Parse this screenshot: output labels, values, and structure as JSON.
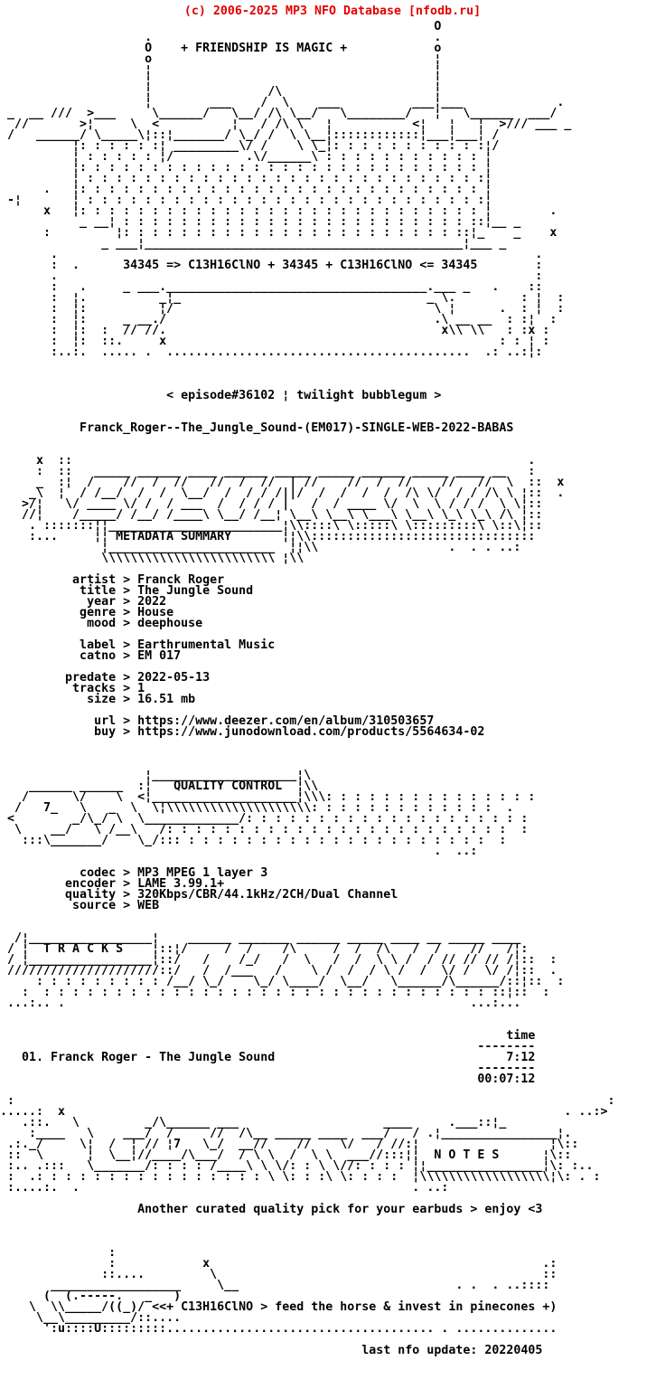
{
  "colors": {
    "header_red": "#e30000",
    "text": "#000000",
    "background": "#ffffff"
  },
  "header": {
    "copyright": "(c) 2006-2025 MP3 NFO Database [nfodb.ru]"
  },
  "release": {
    "slogan": "+ FRIENDSHIP IS MAGIC +",
    "formula": "34345 => C13H16ClNO + 34345 + C13H16ClNO <= 34345",
    "episode_tag": "< episode#36102 ¦ twilight bubblegum >",
    "release_name": "Franck_Roger--The_Jungle_Sound-(EM017)-SINGLE-WEB-2022-BABAS",
    "group": "BABAS",
    "metadata_section_title": "METADATA SUMMARY",
    "metadata_fields": [
      {
        "label": "artist",
        "value": "Franck Roger"
      },
      {
        "label": "title",
        "value": "The Jungle Sound"
      },
      {
        "label": "year",
        "value": "2022"
      },
      {
        "label": "genre",
        "value": "House"
      },
      {
        "label": "mood",
        "value": "deephouse"
      },
      {
        "label": "label",
        "value": "Earthrumental Music"
      },
      {
        "label": "catno",
        "value": "EM 017"
      },
      {
        "label": "predate",
        "value": "2022-05-13"
      },
      {
        "label": "tracks",
        "value": "1"
      },
      {
        "label": "size",
        "value": "16.51 mb"
      },
      {
        "label": "url",
        "value": "https://www.deezer.com/en/album/310503657"
      },
      {
        "label": "buy",
        "value": "https://www.junodownload.com/products/5564634-02"
      }
    ],
    "quality_section_title": "QUALITY CONTROL",
    "quality_fields": [
      {
        "label": "codec",
        "value": "MP3 MPEG 1 layer 3"
      },
      {
        "label": "encoder",
        "value": "LAME 3.99.1+"
      },
      {
        "label": "quality",
        "value": "320Kbps/CBR/44.1kHz/2CH/Dual Channel"
      },
      {
        "label": "source",
        "value": "WEB"
      }
    ],
    "tracks_section_title": "T R A C K S",
    "track_table": {
      "time_header": "time",
      "rows": [
        {
          "no": "01.",
          "title": "Franck Roger - The Jungle Sound",
          "time": "7:12"
        }
      ],
      "total_time": "00:07:12"
    },
    "notes_section_title": "N O T E S",
    "notes_text": "Another curated quality pick for your earbuds > enjoy <3",
    "footer_tag": "<<+ C13H16ClNO > feed the horse & invest in pinecones +)",
    "last_update": "last nfo update: 20220405"
  },
  "ascii_lines": [
    "                                                            O",
    "                    .                                       .",
    "                    O    + FRIENDSHIP IS MAGIC +            o",
    "                    o                                       ¦",
    "                    ¦                                       ¦",
    "                    ¦                                       ¦",
    "                    ¦                /\\                     ¦",
    "                    ¦        ___    /  \\    ___          ___¦___             .",
    " _  __ ///  >___     \\______/   \\__/ /\\ \\__/   \\________/   ¦   \\______  ___/",
    "  //       >¦     \\  <          ¦   / /\\ \\   ¦           <¦   ¦   ¦  >/// ___ _",
    " /   ______/ \\_____\\¦::¦_______/ \\_/ /  \\ \\__¦::::::::::::¦___¦___¦ /",
    "          ¦: : : : : :¦ _________\\/ /    \\ \\_¦: : : : : : : : : : :¦/",
    "          ¦ : : : : : ¦/          .\\/______\\ : : : : : : : : : : : ¦",
    "          ¦: : : : : : : : : : : : : : : : : : : : : : : : : : : : ¦",
    "          ¦ : : : : : : : : : : : : : : : : : : : : : : : : : : : :¦",
    "      .   ¦: : : : : : : : : : : : : : : : : : : : : : : : : : : : ¦",
    " -¦       ¦ : : : : : : : : : : : : : : : : : : : : : : : : : : : :¦",
    "      x   ¦: : : : : : : : : : : : : : : : : : : : : : : : : : : : ¦        .",
    "           _ __¦ : : : : : : : : : : : : : : : : : : : : : : : : ::¦__ _",
    "      :         ¦: : : : : : : : : : : : : : : : : : : : : : : ::¦_    _    x",
    "              _ ___¦____________________________________________¦___ _",
    "       .                                                                  .",
    "       :  .      34345 => C13H16ClNO + 34345 + C13H16ClNO <= 34345        :",
    "       .                                                                  :",
    "       :   .     _ ___.____________________________________.___ _   .    ::",
    "       :  ¦.          _¦_                                  _ \\.         : ¦  :",
    "       :  ¦:          ¦/                                    \\ ¦      .  : ¦  :",
    "       :  ¦:     _ __./                                     .\\ __ __  : :¦  :",
    "       :  ¦:  :  // //.                                      x\\\\ \\\\   : :x :",
    "       :  ¦:  ::.     x                                              : : ¦ :",
    "       :..:.  ..... .  ..........................................  .: ..:¦:",
    "",
    "",
    "",
    "                       < episode#36102 ¦ twilight bubblegum >",
    "",
    "",
    "           Franck_Roger--The_Jungle_Sound-(EM017)-SINGLE-WEB-2022-BABAS",
    "",
    "",
    "     x  ::                                                               .",
    "     :  ::   _____ ______ ____ ______ _____ _____ ______ _____ ____ __   :",
    "     _  :¦  /    //  /  //   //  /  //  | //    //  /  //    //   //  \\  ::  x",
    "    _\\  ¦  / /__/  /  /  \\__/  /  / / /||/  /  /  /  /  /\\ \\/  / / /\\ \\ ¦::  .",
    "   >/¦   \\/ ____ \\/ /  / ___  /  / / / |   /  / ____ \\/  \\  \\ / / /  \\ \\¦::",
    "   //¦    /_____/ /__/ /____\\ \\__/ /__¦ \\__\\ \\__\\ \\___\\ \\__\\ \\_\\ \\_\\ /\\ ¦::",
    "    . :::::::¦¦________________________¦\\\\::::\\ \\:::::\\ \\:::::::::\\ \\::\\¦::",
    "    :...     ¦¦ METADATA SUMMARY       ¦¦\\\\:::::::::::::::::::::::::::::::",
    "              ¦_______________________  ¦¦\\\\                  .  . . ..:",
    "              \\\\\\\\\\\\\\\\\\\\\\\\\\\\\\\\\\\\\\\\\\\\\\\\ ¦\\\\",
    "",
    "          artist > Franck Roger",
    "           title > The Jungle Sound",
    "            year > 2022",
    "           genre > House",
    "            mood > deephouse",
    "",
    "           label > Earthrumental Music",
    "           catno > EM 017",
    "",
    "         predate > 2022-05-13",
    "          tracks > 1",
    "            size > 16.51 mb",
    "",
    "             url > https://www.deezer.com/en/album/310503657",
    "             buy > https://www.junodownload.com/products/5564634-02",
    "",
    "",
    "",
    "                    ¦____________________¦\\",
    "    ______ ______  :¦   QUALITY CONTROL  ¦\\\\",
    "   /      \\/    \\  <¦____________________¦\\\\\\: : : : : : : : : : : : : : :",
    "  /   7_   \\   _  \\  \\¦\\\\\\\\\\\\\\\\\\\\\\\\\\\\\\\\\\\\\\\\: : : : : : : : : : : : :  .",
    " <        _/\\_/ \\  \\_____________/: : : : : : : : : : : : : : : : : : : :",
    "  \\    __/   \\ /__\\   /: : : : : : : : : : : : : : : : : : : : : : : :  :",
    "   :::\\_______/    \\_/::: : : : : : : : : : : : : : : : : : : : : :  :",
    "                                                            .  ..:",
    "",
    "           codec > MP3 MPEG 1 layer 3",
    "         encoder > LAME 3.99.1+",
    "         quality > 320Kbps/CBR/44.1kHz/2CH/Dual Channel",
    "          source > WEB",
    "",
    "",
    "  /¦_________________¦    ______ _______ ______ _____ ____ __ _____ ____",
    " / ¦  T R A C K S    ¦::¦/     /  /    /\\     /  /  /\\   /  /    //   /¦:",
    " / ¦_________________¦::/   /    /_/   /  \\   /  /  \\ \\ /  / // // // /¦::  :",
    " /////////////////////::/   /  /___   /    \\ /  /  / \\ /  /  \\/ /  \\/ /¦::  .",
    "     : : : : : : : : : /__/ \\_/    \\_/ \\____/  \\__/   \\______/\\______/::¦::  :",
    "   :  : : : : : : : : : : : : : : : : : : : : : : : : : : : : : : : ::¦::  :",
    " ...:.. .                                                        ...:...",
    "",
    "",
    "                                                                      time",
    "                                                                  --------",
    "   01. Franck Roger - The Jungle Sound                                7:12",
    "                                                                  --------",
    "                                                                  00:07:12",
    "",
    " :                                                                                  :",
    ".....:  x                                                                     . ..:>",
    "   .::.   \\         _/\\______ ___                    ____     .___::¦_",
    "    :____   \\    ___/  /     //  /\\__ _____ ____  ___/   / .¦________________¦.",
    " .:._/     \\¦  /  ¦ // ¦7   \\_/  __//    //    \\/   / //:¦                  ¦\\::",
    " ::  \\      ¦  \\__¦//____/\\___/  / \\ \\  /  \\ \\  ___//:::¦¦  N O T E S      ¦\\::",
    " :.. .:::   \\_______/: : : : /____\\ \\ \\/: : \\ \\//: : : : ¦¦________________¦\\: :..",
    " :  .: : : : : : : : : : : : : : : : \\ \\: : :\\ \\: : : :  ¦\\\\\\\\\\\\\\\\\\\\\\\\\\\\\\\\\\\\¦\\: . :",
    " :....:.  .                                              . ..:",
    "",
    "                   Another curated quality pick for your earbuds > enjoy <3",
    "",
    "",
    "",
    "               :",
    "               :            x                                              .:",
    "              ::....         \\                                             ::",
    "       __________________     \\__                              . .  . ..::::",
    "      (  (.-----.   _   )",
    "    \\  \\\\_____/((_)/ <<+ C13H16ClNO > feed the horse & invest in pinecones +)",
    "     \\__\\_________/::....",
    "      ':u::::U:::::::::..................................... . ..............",
    "",
    "                                                  last nfo update: 20220405"
  ]
}
